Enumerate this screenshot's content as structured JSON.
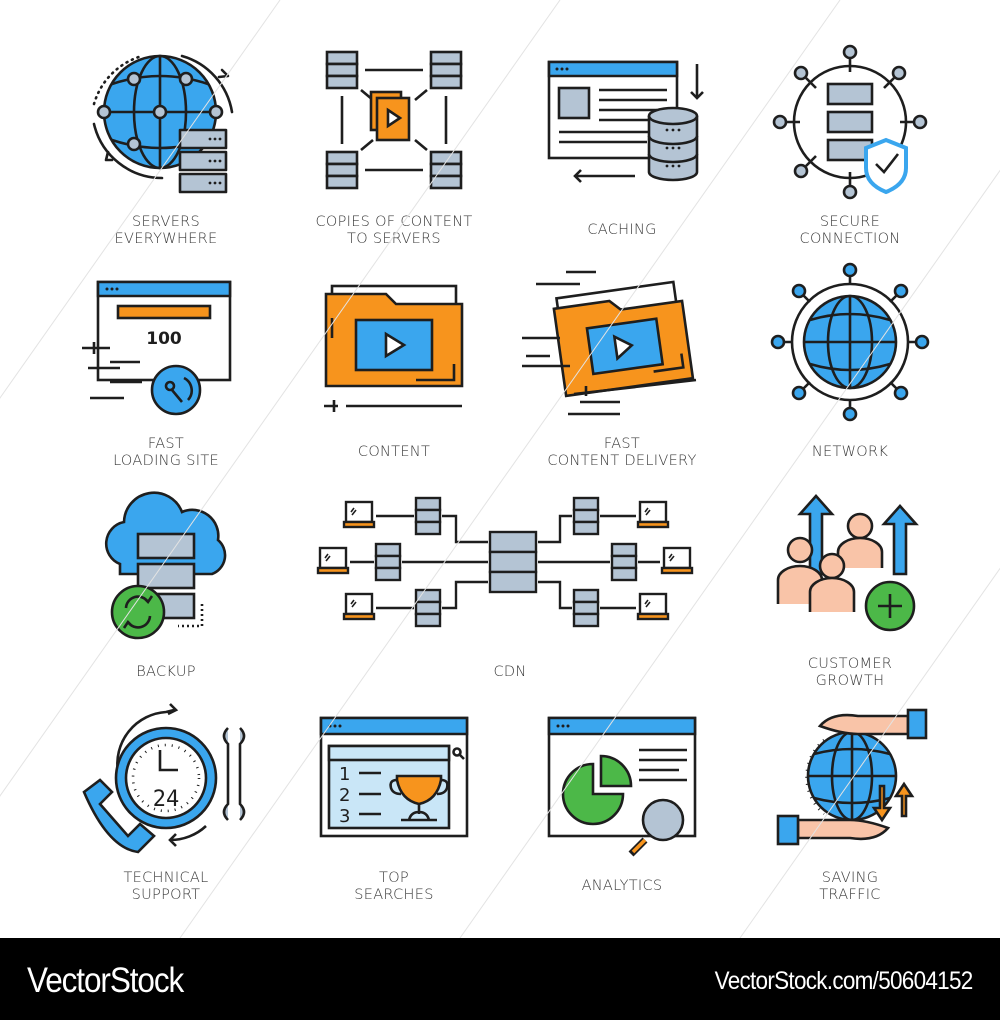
{
  "palette": {
    "blue": "#3aa6ee",
    "orange": "#f7941d",
    "gray": "#b4c4d4",
    "green": "#4cb848",
    "skin": "#f9c4a8",
    "outline": "#1e1e1e"
  },
  "icons": [
    {
      "id": "servers-everywhere",
      "icon": "globe-servers-icon",
      "lines": [
        "SERVERS",
        "EVERYWHERE"
      ]
    },
    {
      "id": "copies-of-content",
      "icon": "servers-copy-icon",
      "lines": [
        "COPIES OF CONTENT",
        "TO SERVERS"
      ]
    },
    {
      "id": "caching",
      "icon": "caching-icon",
      "lines": [
        "CACHING"
      ]
    },
    {
      "id": "secure-connection",
      "icon": "secure-server-icon",
      "lines": [
        "SECURE",
        "CONNECTION"
      ]
    },
    {
      "id": "fast-loading-site",
      "icon": "speedometer-browser-icon",
      "lines": [
        "FAST",
        "LOADING SITE"
      ],
      "counter": "100"
    },
    {
      "id": "content",
      "icon": "video-folder-icon",
      "lines": [
        "CONTENT"
      ]
    },
    {
      "id": "fast-content-delivery",
      "icon": "fast-folder-icon",
      "lines": [
        "FAST",
        "CONTENT DELIVERY"
      ]
    },
    {
      "id": "network",
      "icon": "network-globe-icon",
      "lines": [
        "NETWORK"
      ]
    },
    {
      "id": "backup",
      "icon": "cloud-backup-icon",
      "lines": [
        "BACKUP"
      ]
    },
    {
      "id": "cdn",
      "icon": "cdn-network-icon",
      "lines": [
        "CDN"
      ]
    },
    {
      "id": "customer-growth",
      "icon": "customer-growth-icon",
      "lines": [
        "CUSTOMER",
        "GROWTH"
      ]
    },
    {
      "id": "technical-support",
      "icon": "support-24-icon",
      "lines": [
        "TECHNICAL",
        "SUPPORT"
      ],
      "clock_text": "24"
    },
    {
      "id": "top-searches",
      "icon": "trophy-list-icon",
      "lines": [
        "TOP",
        "SEARCHES"
      ],
      "ranks": [
        "1",
        "2",
        "3"
      ]
    },
    {
      "id": "analytics",
      "icon": "pie-chart-magnifier-icon",
      "lines": [
        "ANALYTICS"
      ]
    },
    {
      "id": "saving-traffic",
      "icon": "hands-globe-icon",
      "lines": [
        "SAVING",
        "TRAFFIC"
      ]
    }
  ],
  "footer": {
    "brand": "VectorStock",
    "url": "VectorStock.com/50604152"
  }
}
